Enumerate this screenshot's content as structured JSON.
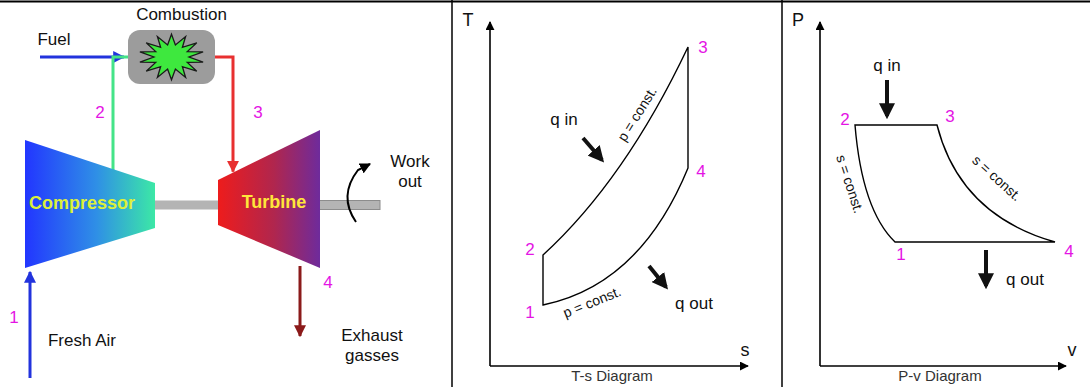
{
  "diagram": {
    "nodes": [
      {
        "text": [
          "Compressor"
        ]
      },
      {
        "text": [
          "Combustion"
        ]
      },
      {
        "text": [
          "Turbine"
        ]
      }
    ],
    "edges": [
      {
        "from": 0,
        "to": 1,
        "arrow": "none"
      },
      {
        "from": 1,
        "to": 2,
        "arrow": "to"
      },
      {
        "from": 0,
        "to": 2,
        "arrow": "none"
      }
    ],
    "labels": [
      "Fuel",
      "Work out",
      "Fresh Air",
      "Exhaust gasses",
      "2",
      "3",
      "1",
      "4",
      "T",
      "q in",
      "p = const.",
      "3",
      "4",
      "2",
      "1",
      "p = const.",
      "q out",
      "s",
      "T-s Diagram",
      "P",
      "q in",
      "2",
      "3",
      "s = const.",
      "s = const.",
      "1",
      "4",
      "v",
      "q out",
      "P-v Diagram"
    ]
  }
}
